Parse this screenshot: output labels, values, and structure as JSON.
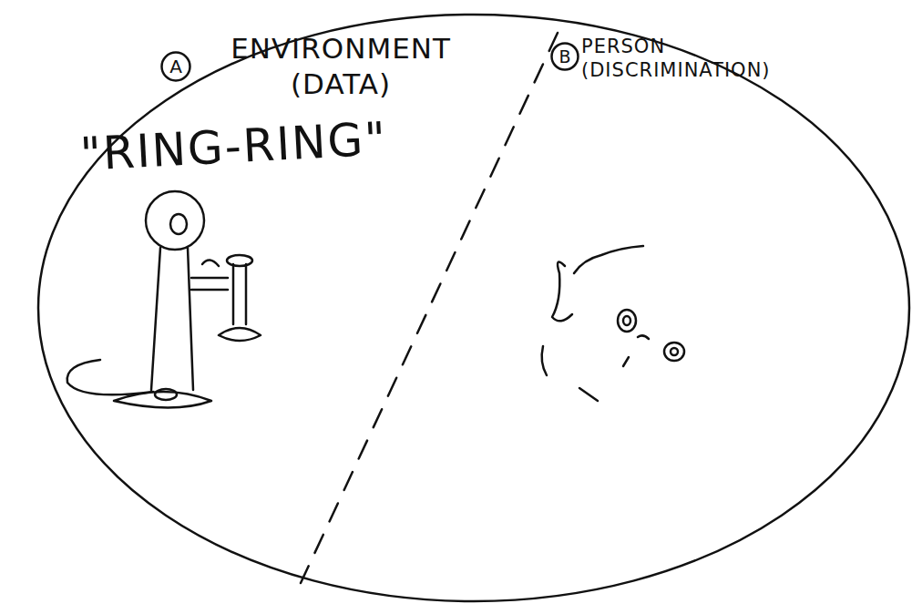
{
  "diagram": {
    "nodes": [
      {
        "text": [
          "A",
          "ENVIRONMENT (DATA)"
        ]
      },
      {
        "text": [
          "B",
          "PERSON (DISCRIMINATION)"
        ]
      }
    ],
    "labels": [
      "\"RING-RING\""
    ]
  }
}
